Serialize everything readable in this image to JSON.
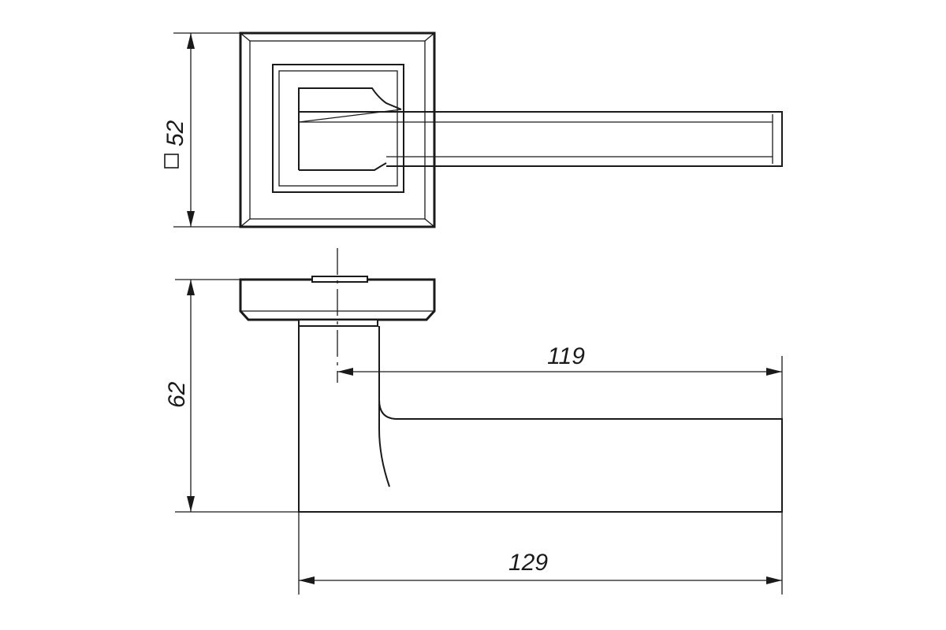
{
  "drawing": {
    "dimensions": {
      "rosette_size": "52",
      "total_height": "62",
      "lever_length_inner": "119",
      "lever_length_total": "129"
    },
    "symbols": {
      "rosette_size_prefix": "square-dimension-symbol"
    }
  }
}
